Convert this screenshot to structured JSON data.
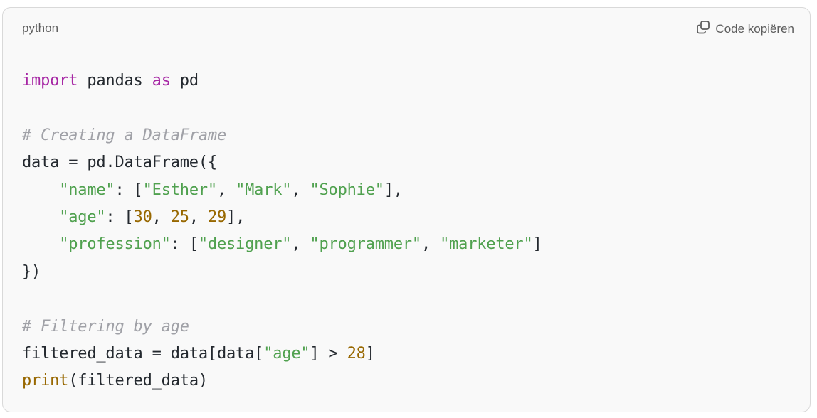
{
  "header": {
    "language": "python",
    "copy_label": "Code kopiëren",
    "copy_icon": "copy-icon"
  },
  "colors": {
    "keyword": "#a626a4",
    "string": "#50a14f",
    "number": "#986801",
    "comment": "#a0a1a7",
    "text": "#24292f"
  },
  "code_lines": [
    [
      {
        "t": "kw",
        "v": "import"
      },
      {
        "t": "pl",
        "v": " pandas "
      },
      {
        "t": "kw",
        "v": "as"
      },
      {
        "t": "pl",
        "v": " pd"
      }
    ],
    [],
    [
      {
        "t": "cm",
        "v": "# Creating a DataFrame"
      }
    ],
    [
      {
        "t": "pl",
        "v": "data = pd.DataFrame({"
      }
    ],
    [
      {
        "t": "pl",
        "v": "    "
      },
      {
        "t": "str",
        "v": "\"name\""
      },
      {
        "t": "pl",
        "v": ": ["
      },
      {
        "t": "str",
        "v": "\"Esther\""
      },
      {
        "t": "pl",
        "v": ", "
      },
      {
        "t": "str",
        "v": "\"Mark\""
      },
      {
        "t": "pl",
        "v": ", "
      },
      {
        "t": "str",
        "v": "\"Sophie\""
      },
      {
        "t": "pl",
        "v": "],"
      }
    ],
    [
      {
        "t": "pl",
        "v": "    "
      },
      {
        "t": "str",
        "v": "\"age\""
      },
      {
        "t": "pl",
        "v": ": ["
      },
      {
        "t": "num",
        "v": "30"
      },
      {
        "t": "pl",
        "v": ", "
      },
      {
        "t": "num",
        "v": "25"
      },
      {
        "t": "pl",
        "v": ", "
      },
      {
        "t": "num",
        "v": "29"
      },
      {
        "t": "pl",
        "v": "],"
      }
    ],
    [
      {
        "t": "pl",
        "v": "    "
      },
      {
        "t": "str",
        "v": "\"profession\""
      },
      {
        "t": "pl",
        "v": ": ["
      },
      {
        "t": "str",
        "v": "\"designer\""
      },
      {
        "t": "pl",
        "v": ", "
      },
      {
        "t": "str",
        "v": "\"programmer\""
      },
      {
        "t": "pl",
        "v": ", "
      },
      {
        "t": "str",
        "v": "\"marketer\""
      },
      {
        "t": "pl",
        "v": "]"
      }
    ],
    [
      {
        "t": "pl",
        "v": "})"
      }
    ],
    [],
    [
      {
        "t": "cm",
        "v": "# Filtering by age"
      }
    ],
    [
      {
        "t": "pl",
        "v": "filtered_data = data[data["
      },
      {
        "t": "str",
        "v": "\"age\""
      },
      {
        "t": "pl",
        "v": "] > "
      },
      {
        "t": "num",
        "v": "28"
      },
      {
        "t": "pl",
        "v": "]"
      }
    ],
    [
      {
        "t": "fn",
        "v": "print"
      },
      {
        "t": "pl",
        "v": "(filtered_data)"
      }
    ]
  ]
}
